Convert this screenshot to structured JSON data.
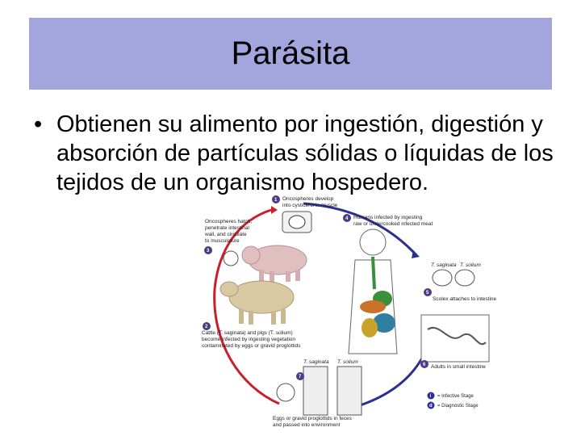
{
  "slide": {
    "title": "Parásita",
    "bullet_marker": "•",
    "bullet_text": "Obtienen su alimento por ingestión, digestión y absorción de partículas sólidas o líquidas de los tejidos de un organismo hospedero."
  },
  "diagram": {
    "steps": [
      {
        "number": "1",
        "lines": [
          "Oncospheres develop",
          "into cysticerci in muscle"
        ]
      },
      {
        "number": "2",
        "lines": [
          "Cattle (T. saginata) and pigs (T. solium)",
          "become infected by ingesting vegetation",
          "contaminated by eggs or gravid proglottids"
        ]
      },
      {
        "number": "3",
        "lines": [
          "Oncospheres hatch,",
          "penetrate intestinal",
          "wall, and circulate",
          "to musculature"
        ]
      },
      {
        "number": "4",
        "lines": [
          "Humans infected by ingesting",
          "raw or undercooked infected meat"
        ]
      },
      {
        "number": "5",
        "lines": [
          "Scolex attaches to intestine"
        ]
      },
      {
        "number": "6",
        "lines": [
          "Adults in small intestine"
        ]
      },
      {
        "number": "7",
        "lines": [
          "Eggs or gravid proglottids in feces",
          "and passed into environment"
        ]
      }
    ],
    "species_labels": [
      "T. saginata",
      "T. solium"
    ],
    "legend": [
      {
        "symbol": "i",
        "text": "= Infective Stage"
      },
      {
        "symbol": "d",
        "text": "= Diagnostic Stage"
      }
    ],
    "colors": {
      "cycle_red": "#c8202a",
      "cycle_blue": "#2b2f8f",
      "step_purple": "#4b3a85",
      "title_bar": "#a3a5dd"
    }
  }
}
